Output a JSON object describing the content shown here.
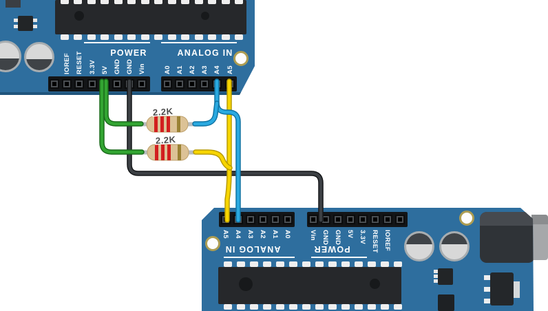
{
  "palette": {
    "board_blue": "#2e6e9e",
    "board_edge_shadow": "#1d4f77",
    "wire_green": "#33a532",
    "wire_green_dark": "#1a6b1a",
    "wire_black": "#3c4044",
    "wire_black_dark": "#141618",
    "wire_blue": "#2aa9e0",
    "wire_blue_dark": "#1073a3",
    "wire_yellow": "#f7d500",
    "wire_yellow_dark": "#b89b00",
    "resistor_body": "#dcc296",
    "resistor_band_red": "#d21f1f",
    "resistor_band_gold": "#9a8234",
    "lead_gray": "#b9bcbe",
    "hole_ring_gold": "#ad9d52",
    "label_white": "#ffffff"
  },
  "board_top": {
    "sections": {
      "power": "POWER",
      "analog": "ANALOG IN"
    },
    "power_pins": [
      "IOREF",
      "RESET",
      "3.3V",
      "5V",
      "GND",
      "GND",
      "Vin"
    ],
    "analog_pins": [
      "A0",
      "A1",
      "A2",
      "A3",
      "A4",
      "A5"
    ]
  },
  "board_bottom": {
    "sections": {
      "power": "POWER",
      "analog": "ANALOG IN"
    },
    "analog_pins": [
      "A5",
      "A4",
      "A3",
      "A2",
      "A1",
      "A0"
    ],
    "power_pins": [
      "Vin",
      "GND",
      "GND",
      "5V",
      "3.3V",
      "RESET",
      "IOREF"
    ]
  },
  "resistors": [
    {
      "value_label": "2.2K"
    },
    {
      "value_label": "2.2K"
    }
  ],
  "wires": [
    {
      "color": "green",
      "connects": [
        "top board 5V",
        "resistor 1 left lead",
        "resistor 2 left lead"
      ]
    },
    {
      "color": "black",
      "connects": [
        "top board GND",
        "bottom board GND"
      ]
    },
    {
      "color": "blue",
      "connects": [
        "top board A4",
        "resistor 1 right lead",
        "bottom board A4"
      ]
    },
    {
      "color": "yellow",
      "connects": [
        "top board A5",
        "resistor 2 right lead",
        "bottom board A5"
      ]
    }
  ]
}
